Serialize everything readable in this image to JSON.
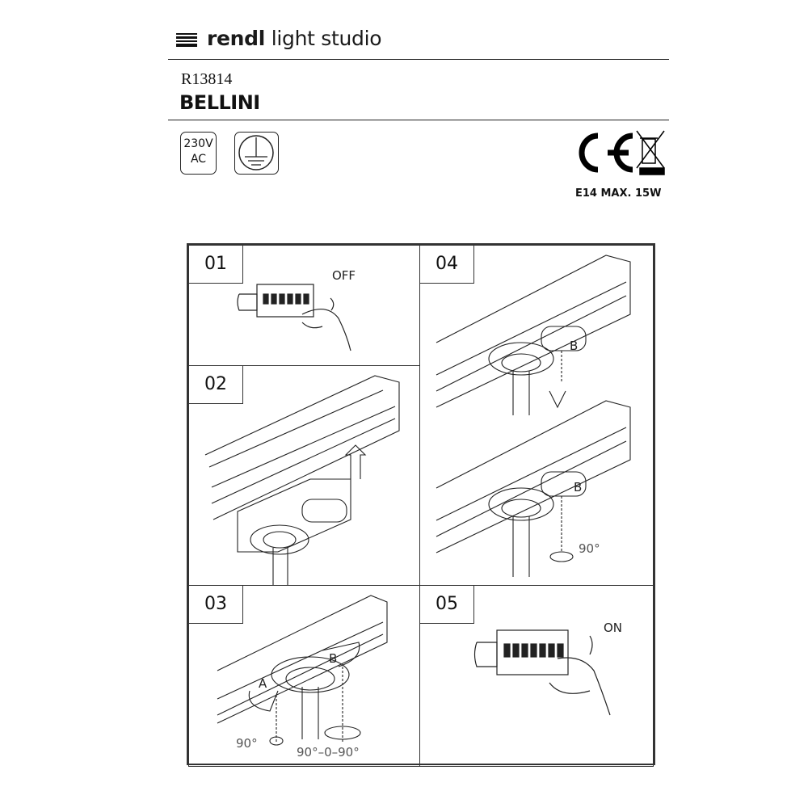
{
  "header": {
    "brand_bold": "rendl",
    "brand_rest": " light studio",
    "product_code": "R13814",
    "product_name": "BELLINI"
  },
  "symbols": {
    "voltage_line1": "230V",
    "voltage_line2": "AC",
    "earth": "protective-earth-icon",
    "ce": "CE",
    "weee": "crossed-bin-icon"
  },
  "spec": "E14 MAX. 15W",
  "steps": [
    {
      "number": "01",
      "label": "OFF"
    },
    {
      "number": "02"
    },
    {
      "number": "03",
      "label_a": "A",
      "label_b": "B",
      "angle_a": "90°",
      "angle_b": "90°–0–90°"
    },
    {
      "number": "04",
      "label_b1": "B",
      "label_b2": "B",
      "angle": "90°"
    },
    {
      "number": "05",
      "label": "ON"
    }
  ]
}
